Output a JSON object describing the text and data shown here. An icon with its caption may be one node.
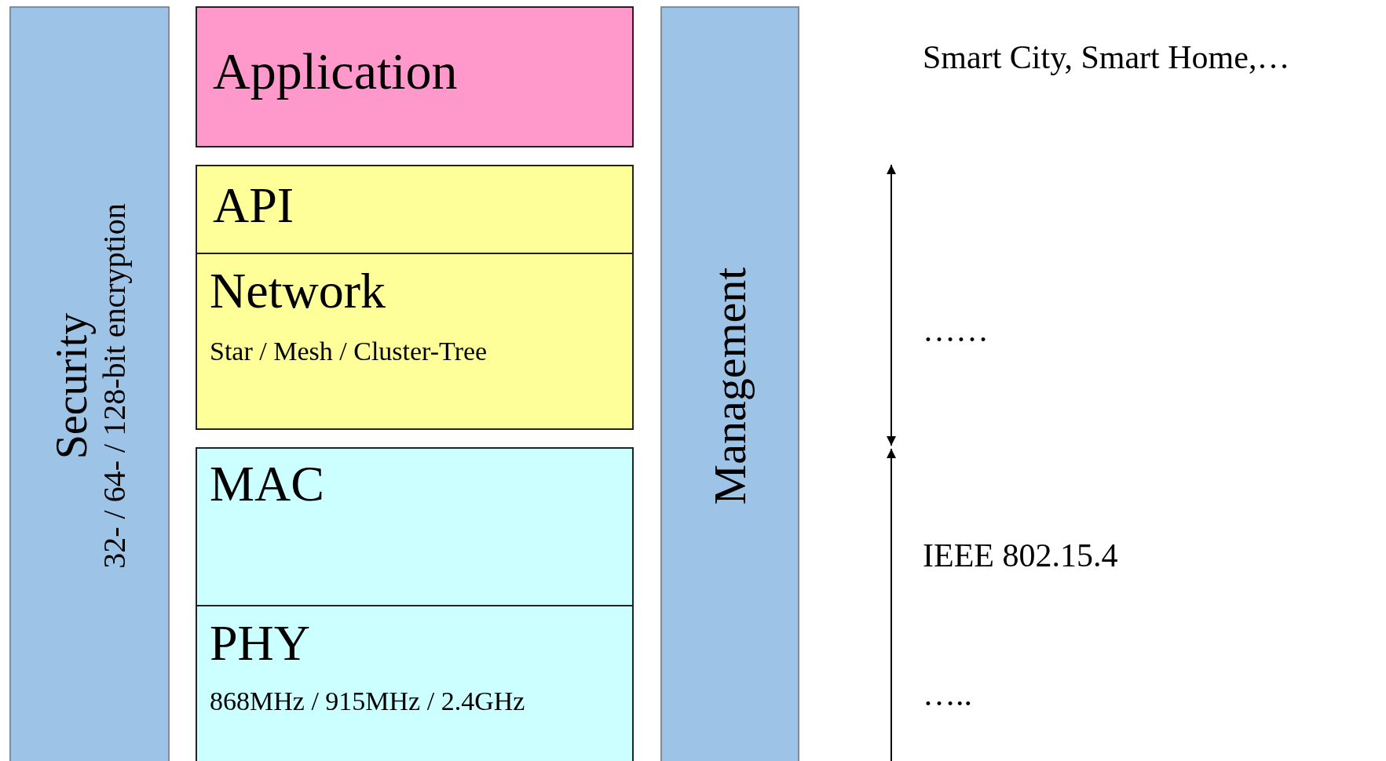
{
  "diagram": {
    "nodes": [
      {
        "text": [
          "Security",
          "32- / 64- / 128-bit encryption"
        ]
      },
      {
        "text": [
          "Application"
        ]
      },
      {
        "text": [
          "API"
        ]
      },
      {
        "text": [
          "Network",
          "Star / Mesh / Cluster-Tree"
        ]
      },
      {
        "text": [
          "MAC"
        ]
      },
      {
        "text": [
          "PHY",
          "868MHz / 915MHz / 2.4GHz"
        ]
      },
      {
        "text": [
          "Management"
        ]
      }
    ],
    "labels": [
      "Smart City, Smart Home,…",
      "……",
      "IEEE 802.15.4",
      "….."
    ]
  }
}
